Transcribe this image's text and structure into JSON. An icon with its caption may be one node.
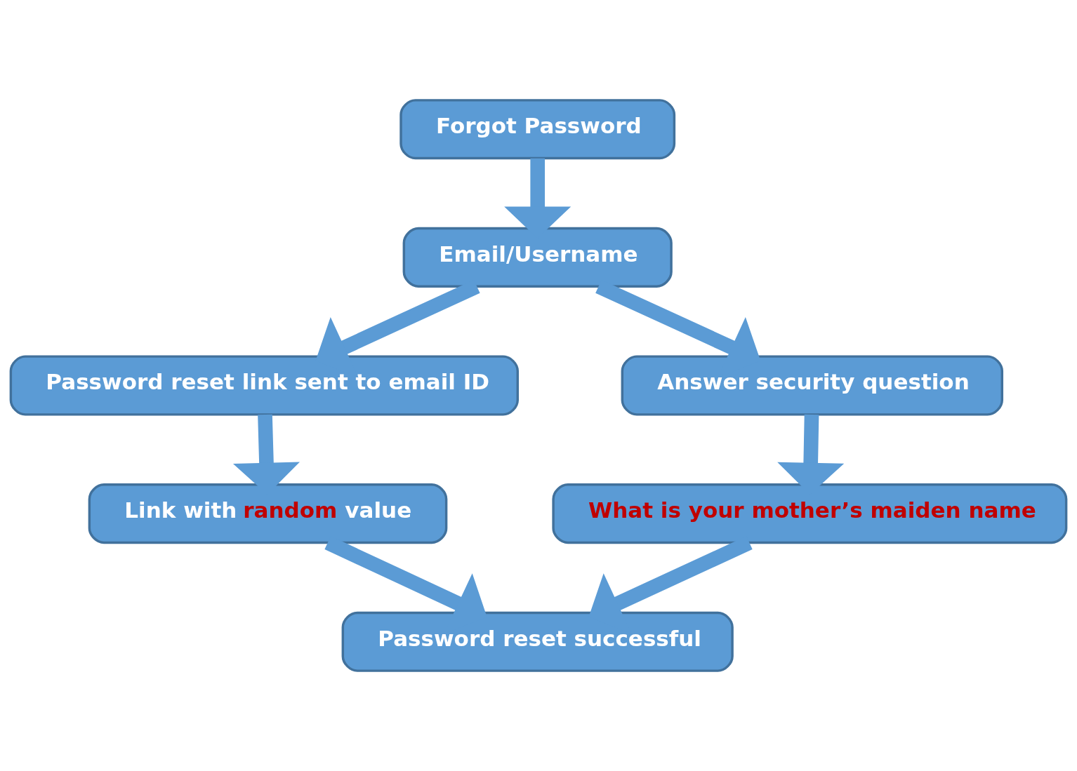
{
  "diagram": {
    "nodes": [
      {
        "text": [
          "Forgot Password"
        ]
      },
      {
        "text": [
          "Email/Username"
        ]
      },
      {
        "text": [
          "Password reset link sent to email ID"
        ]
      },
      {
        "text": [
          "Answer security question"
        ]
      },
      {
        "text": [
          "Link with random value"
        ]
      },
      {
        "text": [
          "What is your mother’s maiden name"
        ]
      },
      {
        "text": [
          "Password reset successful"
        ]
      }
    ],
    "edges": [
      {
        "from": 0,
        "to": 1,
        "arrow": "to"
      },
      {
        "from": 1,
        "to": 2,
        "arrow": "to"
      },
      {
        "from": 1,
        "to": 3,
        "arrow": "to"
      },
      {
        "from": 2,
        "to": 4,
        "arrow": "to"
      },
      {
        "from": 3,
        "to": 5,
        "arrow": "to"
      },
      {
        "from": 4,
        "to": 6,
        "arrow": "to"
      },
      {
        "from": 5,
        "to": 6,
        "arrow": "to"
      }
    ]
  }
}
